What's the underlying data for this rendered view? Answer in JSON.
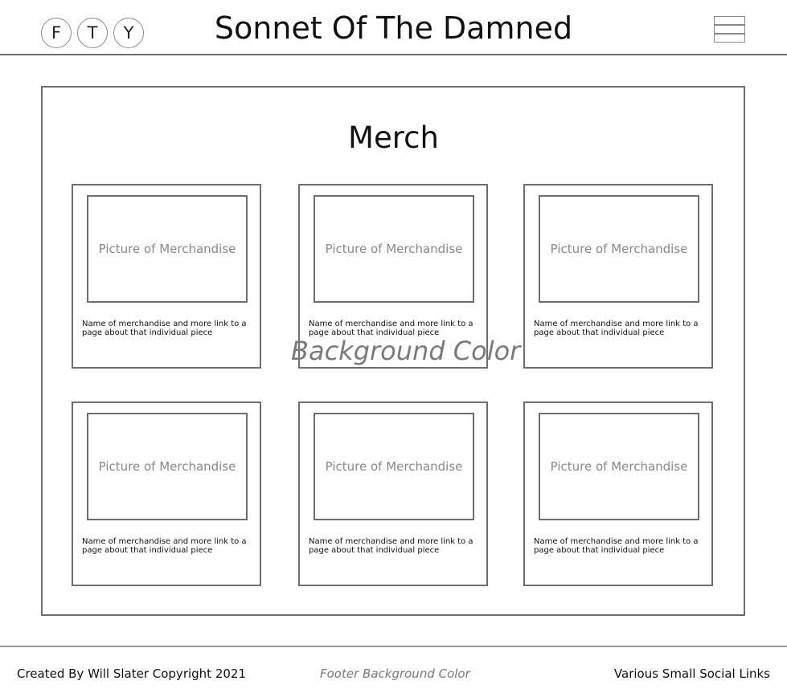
{
  "header": {
    "social_icons": [
      "F",
      "T",
      "Y"
    ],
    "title": "Sonnet Of The Damned",
    "menu_icon": "hamburger-menu-icon"
  },
  "main": {
    "section_title": "Merch",
    "background_label": "Background Color",
    "items": [
      {
        "picture_label": "Picture of Merchandise",
        "description": "Name of merchandise and more link to a page about that individual piece"
      },
      {
        "picture_label": "Picture of Merchandise",
        "description": "Name of merchandise and more link to a page about that individual piece"
      },
      {
        "picture_label": "Picture of Merchandise",
        "description": "Name of merchandise and more link to a page about that individual piece"
      },
      {
        "picture_label": "Picture of Merchandise",
        "description": "Name of merchandise and more link to a page about that individual piece"
      },
      {
        "picture_label": "Picture of Merchandise",
        "description": "Name of merchandise and more link to a page about that individual piece"
      },
      {
        "picture_label": "Picture of Merchandise",
        "description": "Name of merchandise and more link to a page about that individual piece"
      }
    ]
  },
  "footer": {
    "credit": "Created By Will Slater Copyright 2021",
    "background_label": "Footer Background Color",
    "social_links": "Various Small Social Links"
  }
}
